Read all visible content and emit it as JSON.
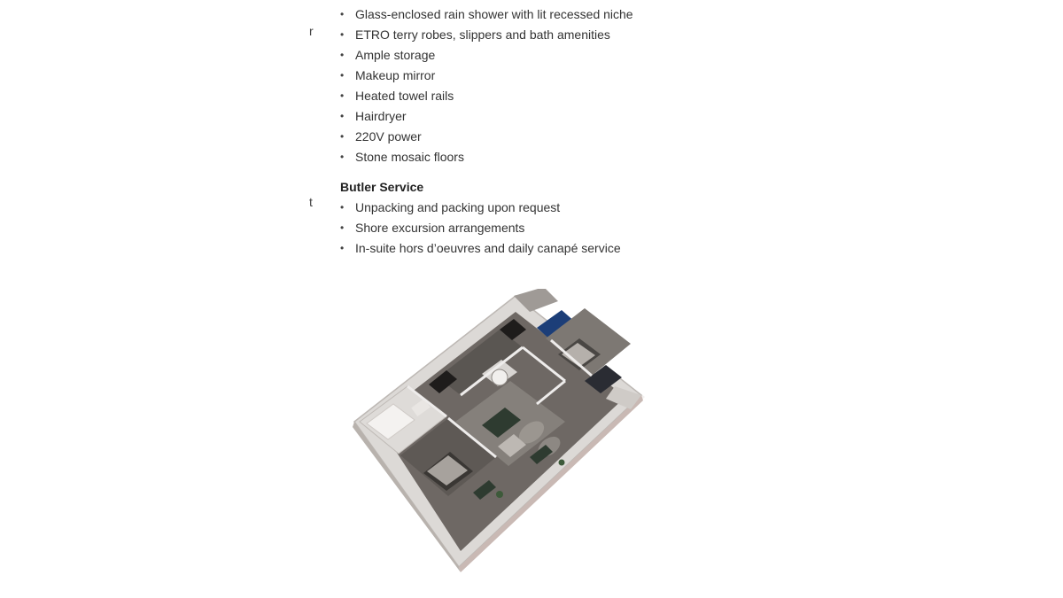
{
  "bath_amenities": [
    "Glass-enclosed rain shower with lit recessed niche",
    "ETRO terry robes, slippers and bath amenities",
    "Ample storage",
    "Makeup mirror",
    "Heated towel rails",
    "Hairdryer",
    "220V power",
    "Stone mosaic floors"
  ],
  "butler_service": {
    "heading": "Butler Service",
    "items": [
      "Unpacking and packing upon request",
      "Shore excursion arrangements",
      "In-suite hors d’oeuvres and daily canapé service"
    ]
  },
  "edge_fragments": [
    "r",
    "t"
  ],
  "floorplan": {
    "colors": {
      "floor": "#6e6864",
      "wall": "#e8e6e4",
      "accent": "#1c3e78",
      "furniture": "#2e3b30"
    }
  }
}
